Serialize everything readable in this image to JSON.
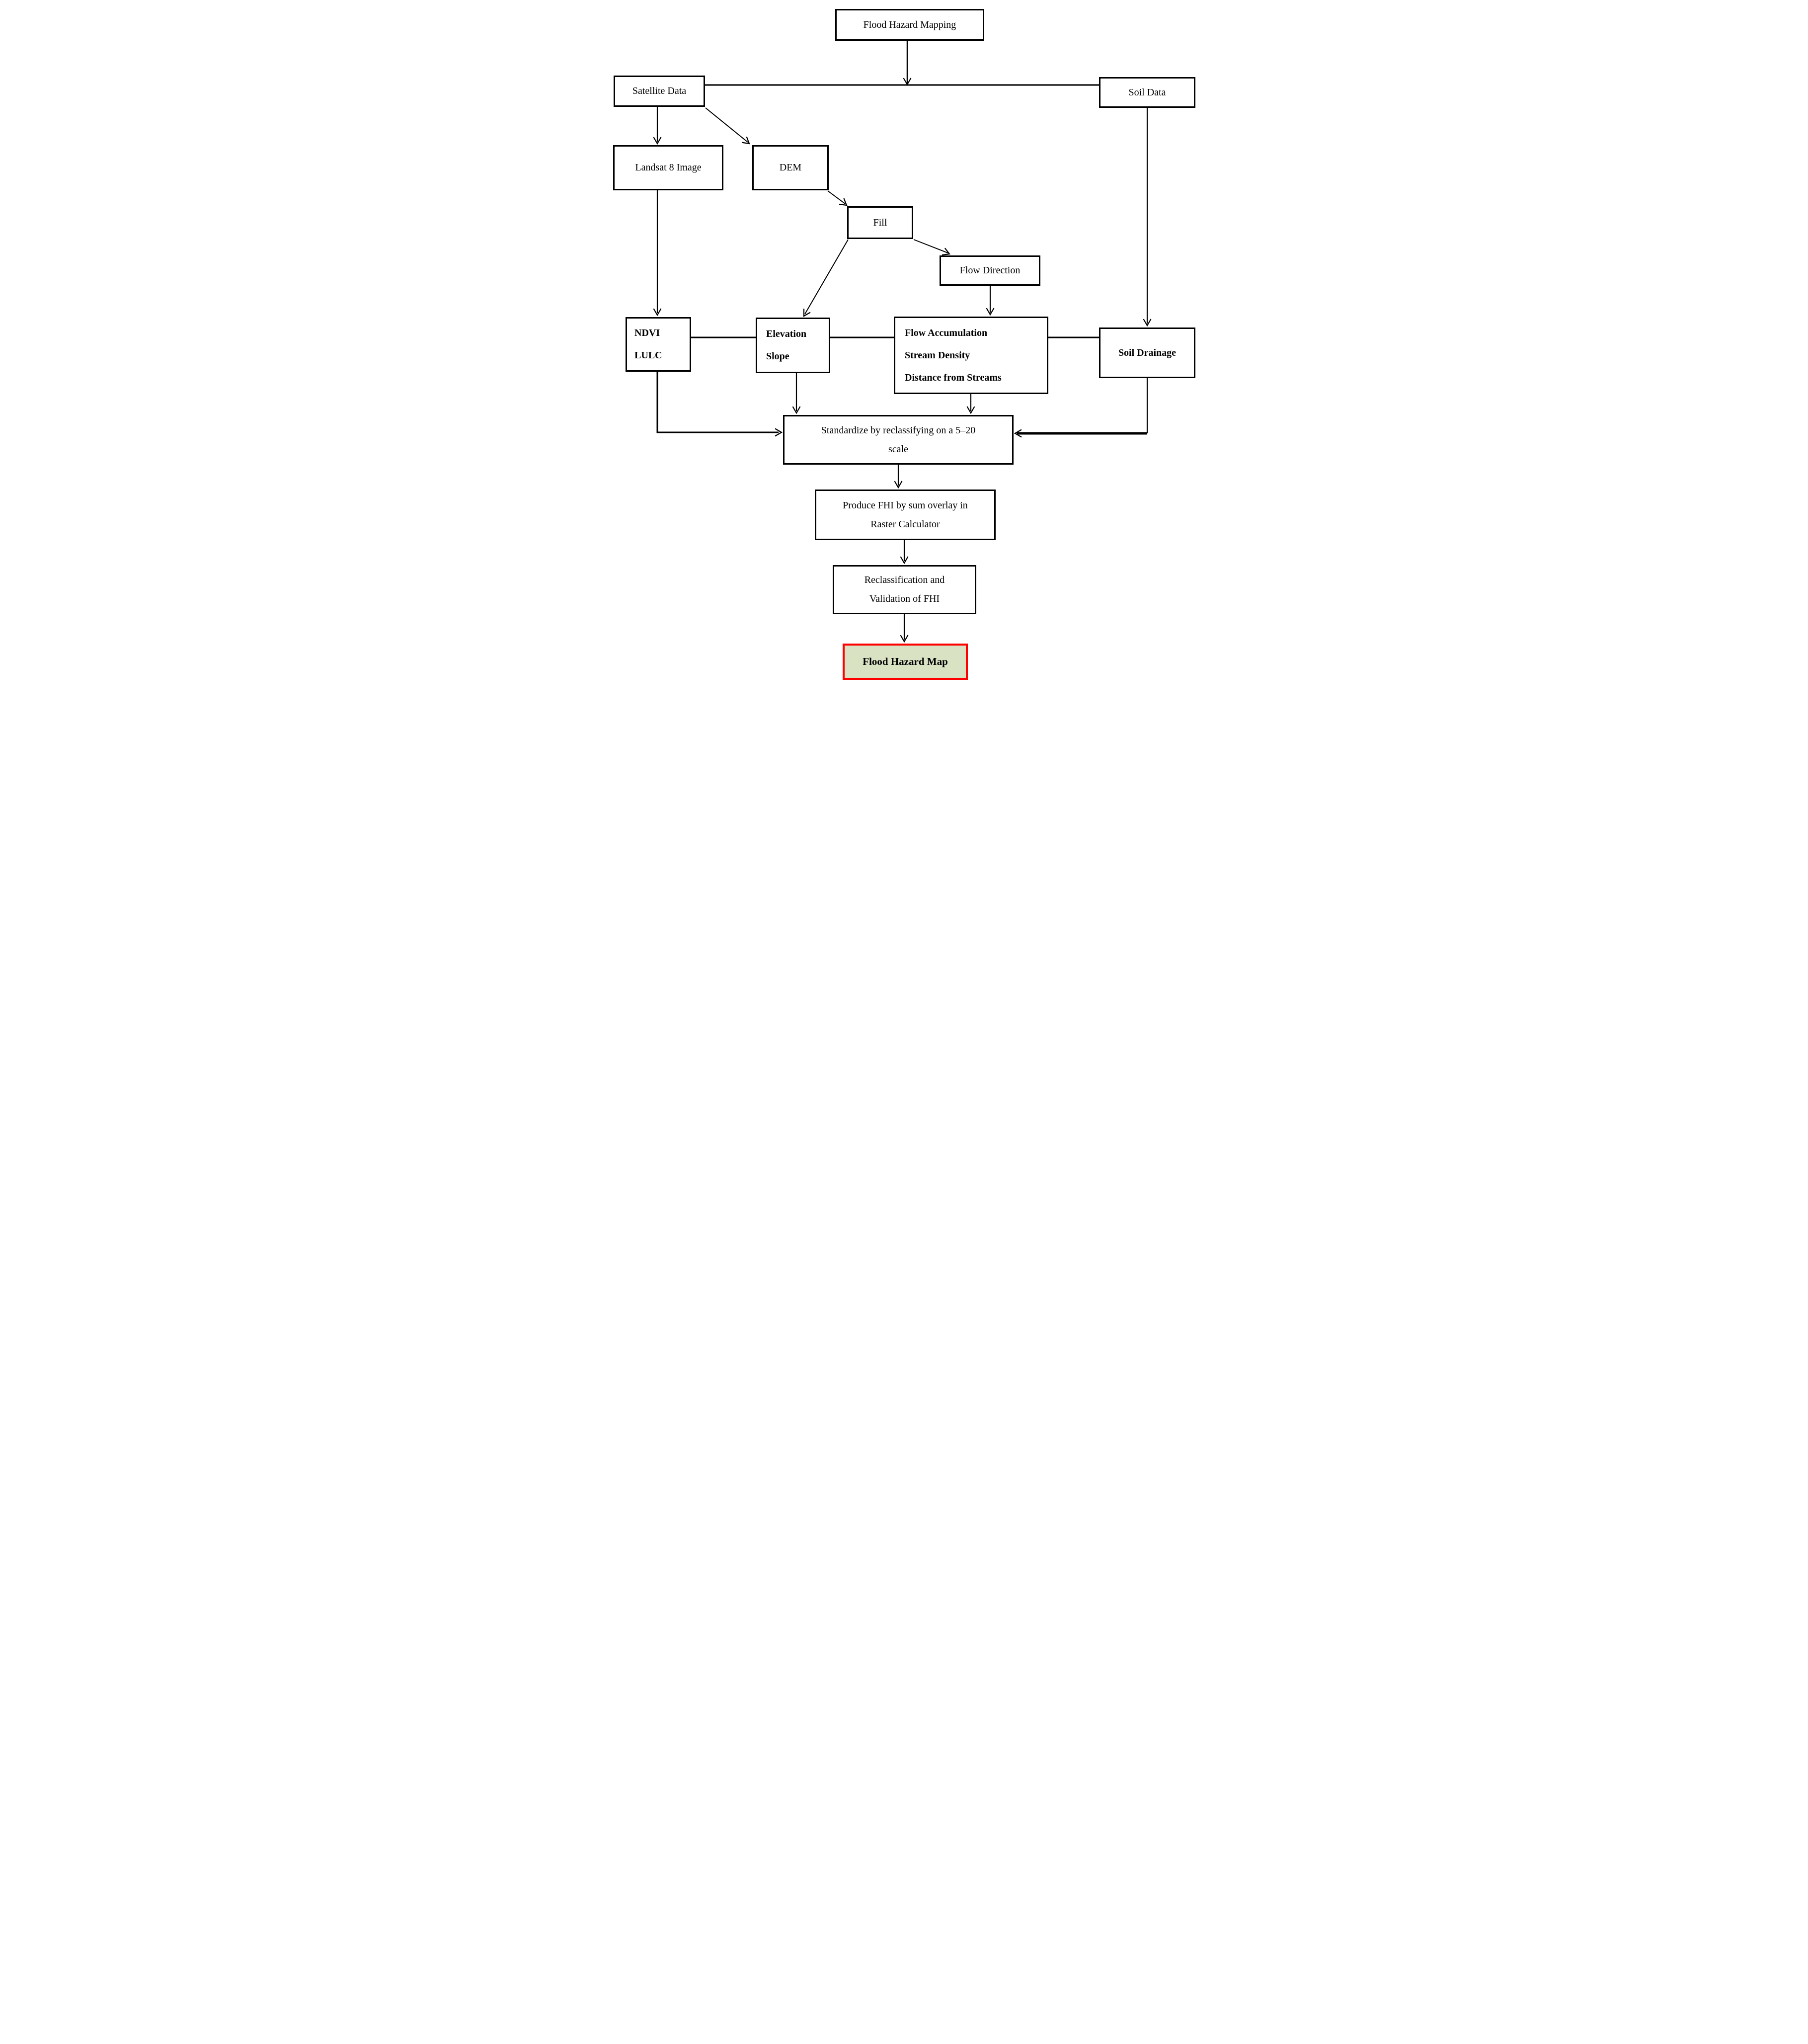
{
  "diagram": {
    "title": "Flood Hazard Mapping flowchart",
    "nodes": {
      "flood_hazard_mapping": {
        "label": "Flood Hazard Mapping"
      },
      "satellite_data": {
        "label": "Satellite Data"
      },
      "soil_data": {
        "label": "Soil Data"
      },
      "landsat8": {
        "label": "Landsat 8 Image"
      },
      "dem": {
        "label": "DEM"
      },
      "fill": {
        "label": "Fill"
      },
      "flow_direction": {
        "label": "Flow Direction"
      },
      "ndvi_lulc": {
        "lines": [
          "NDVI",
          "LULC"
        ]
      },
      "elevation_slope": {
        "lines": [
          "Elevation",
          "Slope"
        ]
      },
      "flow_accumulation": {
        "lines": [
          "Flow Accumulation",
          "Stream Density",
          "Distance from Streams"
        ]
      },
      "soil_drainage": {
        "label": "Soil Drainage"
      },
      "standardize": {
        "lines": [
          "Standardize by reclassifying on a 5–20",
          "scale"
        ]
      },
      "produce_fhi": {
        "lines": [
          "Produce FHI by sum overlay in",
          "Raster Calculator"
        ]
      },
      "reclassification": {
        "lines": [
          "Reclassification and",
          "Validation of FHI"
        ]
      },
      "flood_hazard_map": {
        "label": "Flood Hazard Map"
      }
    },
    "colors": {
      "line": "#000000",
      "gray_line": "#8c8c8c",
      "final_box_bg": "#d9e2c3",
      "final_box_border": "#fe0000"
    }
  }
}
